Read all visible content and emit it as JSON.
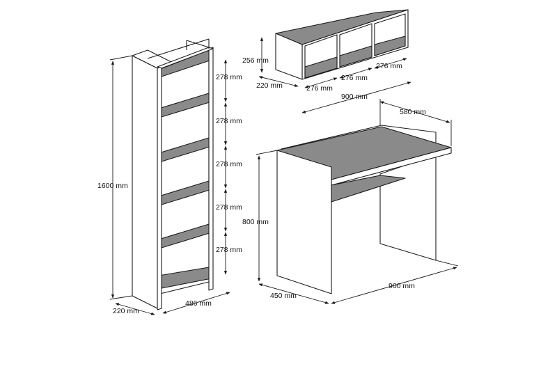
{
  "colors": {
    "panel": "#ffffff",
    "shelf": "#8a8a8a",
    "outline": "#1a1a1a"
  },
  "bookcase": {
    "height": "1600 mm",
    "depth": "220 mm",
    "width": "486 mm",
    "gaps": [
      "278 mm",
      "278 mm",
      "278 mm",
      "278 mm",
      "278 mm"
    ]
  },
  "wall_shelf": {
    "height": "256 mm",
    "depth": "220 mm",
    "compartments": [
      "276 mm",
      "276 mm",
      "276 mm"
    ],
    "width": "900 mm"
  },
  "desk": {
    "depth_top": "580 mm",
    "height": "800 mm",
    "depth": "450 mm",
    "width": "900 mm"
  }
}
